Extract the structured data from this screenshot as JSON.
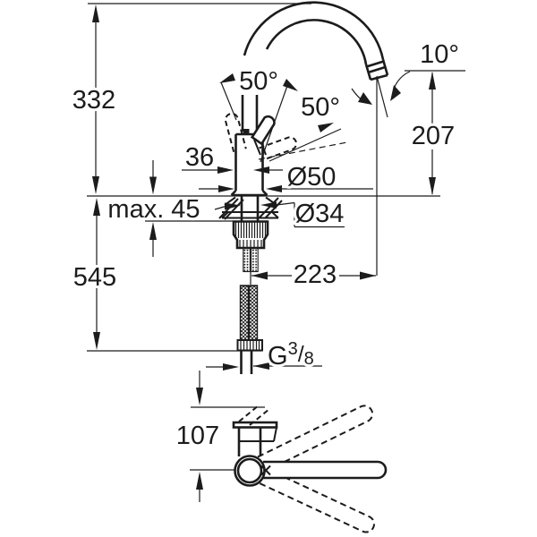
{
  "colors": {
    "line": "#1c1c1c",
    "background": "#ffffff"
  },
  "labels": {
    "height_above_deck": "332",
    "height_below_deck": "545",
    "max_counter_thickness": "max. 45",
    "spout_offset": "36",
    "base_diameter": "Ø50",
    "hole_diameter": "Ø34",
    "spout_reach": "223",
    "outlet_height": "207",
    "outlet_angle": "10°",
    "lever_swing_angle": "50°",
    "lever_open_angle": "50°",
    "plan_depth": "107",
    "thread": {
      "prefix": "G",
      "numerator": "3",
      "slash": "/",
      "denominator": "8"
    }
  }
}
